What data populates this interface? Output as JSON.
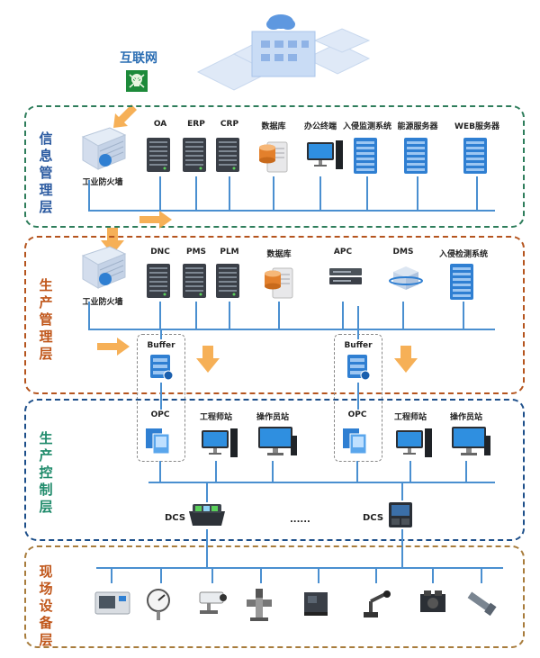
{
  "internet": {
    "label": "互联网"
  },
  "layers": [
    {
      "key": "info",
      "title": "信息管理层",
      "color": "#2e7d5b"
    },
    {
      "key": "prod_mgmt",
      "title": "生产管理层",
      "color": "#b5551f"
    },
    {
      "key": "prod_ctrl",
      "title": "生产控制层",
      "color": "#1d4f8a"
    },
    {
      "key": "field",
      "title": "现场设备层",
      "color": "#a87c3c"
    }
  ],
  "info_layer": {
    "firewall": "工业防火墙",
    "nodes": [
      "OA",
      "ERP",
      "CRP",
      "数据库",
      "办公终端",
      "入侵监测系统",
      "能源服务器",
      "WEB服务器"
    ]
  },
  "prod_mgmt_layer": {
    "firewall": "工业防火墙",
    "nodes": [
      "DNC",
      "PMS",
      "PLM",
      "数据库",
      "APC",
      "DMS",
      "入侵检测系统"
    ]
  },
  "buffers": [
    "Buffer",
    "Buffer"
  ],
  "prod_ctrl_layer": {
    "left": [
      "OPC",
      "工程师站",
      "操作员站"
    ],
    "right": [
      "OPC",
      "工程师站",
      "操作员站"
    ],
    "dcs": [
      "DCS",
      "DCS"
    ],
    "ellipsis": "......"
  },
  "field_layer": {
    "devices": [
      "cnc-machine-icon",
      "pressure-gauge-icon",
      "camera-icon",
      "valve-icon",
      "machine-tool-icon",
      "robot-arm-icon",
      "engine-icon",
      "sensor-icon"
    ]
  },
  "colors": {
    "line": "#4a8fd0",
    "arrow": "#f5a23a",
    "server": "#3a3f47",
    "blue_server": "#2f7fd2"
  }
}
